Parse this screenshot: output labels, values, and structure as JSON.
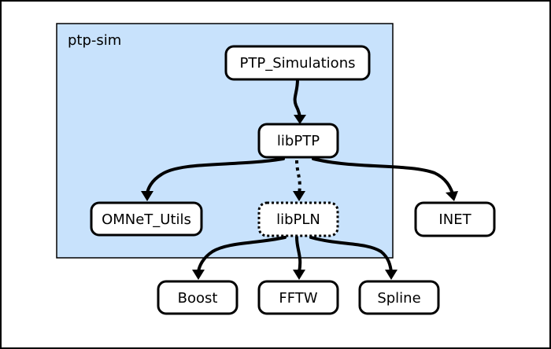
{
  "diagram": {
    "cluster": {
      "label": "ptp-sim",
      "fill_color": "#c8e2fc"
    },
    "nodes": [
      {
        "id": "ptp_simulations",
        "label": "PTP_Simulations",
        "style": "solid"
      },
      {
        "id": "libptp",
        "label": "libPTP",
        "style": "solid"
      },
      {
        "id": "omnet_utils",
        "label": "OMNeT_Utils",
        "style": "solid"
      },
      {
        "id": "libpln",
        "label": "libPLN",
        "style": "dotted"
      },
      {
        "id": "inet",
        "label": "INET",
        "style": "solid"
      },
      {
        "id": "boost",
        "label": "Boost",
        "style": "solid"
      },
      {
        "id": "fftw",
        "label": "FFTW",
        "style": "solid"
      },
      {
        "id": "spline",
        "label": "Spline",
        "style": "solid"
      }
    ],
    "edges": [
      {
        "from": "ptp_simulations",
        "to": "libptp",
        "style": "solid"
      },
      {
        "from": "libptp",
        "to": "omnet_utils",
        "style": "solid"
      },
      {
        "from": "libptp",
        "to": "libpln",
        "style": "dotted"
      },
      {
        "from": "libptp",
        "to": "inet",
        "style": "solid"
      },
      {
        "from": "libpln",
        "to": "boost",
        "style": "solid"
      },
      {
        "from": "libpln",
        "to": "fftw",
        "style": "solid"
      },
      {
        "from": "libpln",
        "to": "spline",
        "style": "solid"
      }
    ]
  }
}
